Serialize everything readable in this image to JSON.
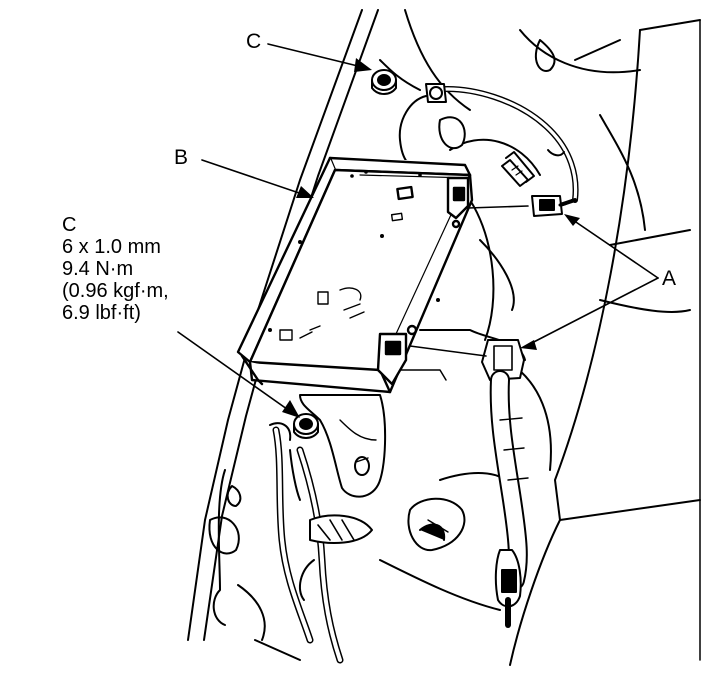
{
  "callouts": {
    "a": "A",
    "b": "B",
    "c_top": "C",
    "c_spec": "C"
  },
  "spec": {
    "size": "6 x 1.0 mm",
    "torque_nm": "9.4 N·m",
    "torque_kgf": "(0.96 kgf·m,",
    "torque_lbf": "6.9 lbf·ft)"
  },
  "colors": {
    "line": "#000000",
    "background": "#ffffff"
  }
}
